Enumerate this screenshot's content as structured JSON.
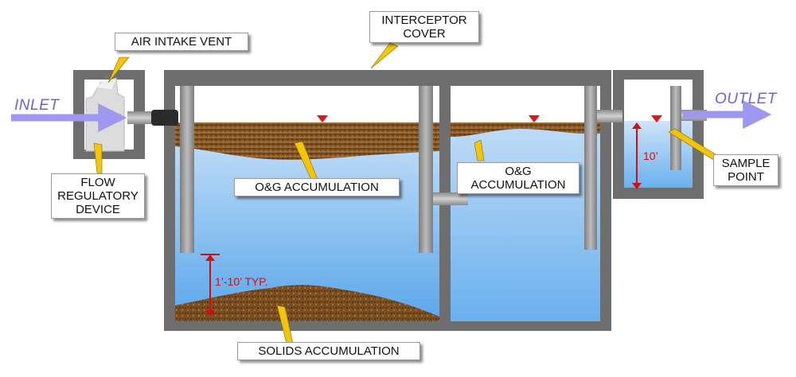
{
  "labels": {
    "air_intake_vent": "AIR INTAKE VENT",
    "interceptor_cover": [
      "INTERCEPTOR",
      "COVER"
    ],
    "inlet": "INLET",
    "outlet": "OUTLET",
    "flow_regulatory_device": [
      "FLOW",
      "REGULATORY",
      "DEVICE"
    ],
    "og_accumulation_1": "O&G ACCUMULATION",
    "og_accumulation_2": [
      "O&G",
      "ACCUMULATION"
    ],
    "sample_point": [
      "SAMPLE",
      "POINT"
    ],
    "solids_accumulation": "SOLIDS ACCUMULATION",
    "solids_depth": "1’-10’ TYP.",
    "outlet_depth": "10’"
  },
  "colors": {
    "concrete": "#6e6e6e",
    "water_top": "#dcecfb",
    "water_bottom": "#5aa6ea",
    "grease": "#8a5a2b",
    "solids": "#7a4e22",
    "baffle": "#9b9b9b",
    "flow_arrow": "#9e97f0",
    "dimension": "#d01010",
    "callout": "#f2c40a"
  },
  "icons": {
    "water_level_marker": "red-down-triangle",
    "dimension_arrow": "red-double-arrow"
  }
}
